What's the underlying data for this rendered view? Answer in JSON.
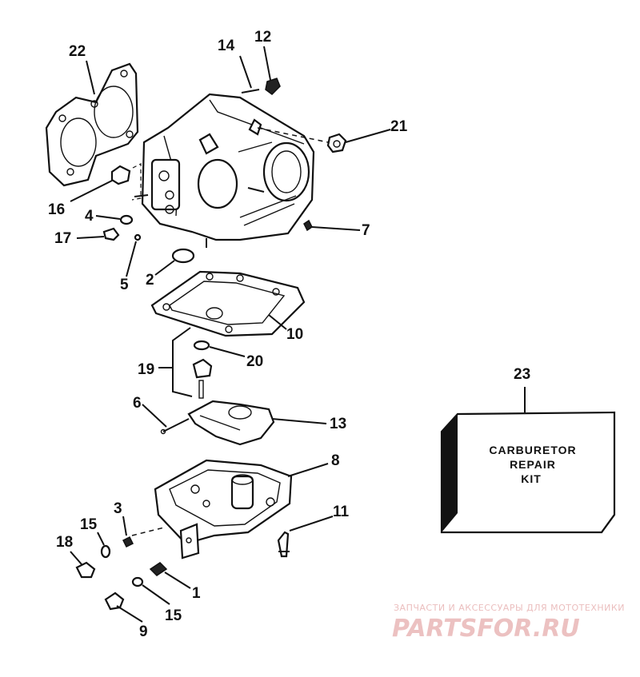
{
  "diagram": {
    "callouts": [
      {
        "id": "22",
        "label": "22"
      },
      {
        "id": "14",
        "label": "14"
      },
      {
        "id": "12",
        "label": "12"
      },
      {
        "id": "21",
        "label": "21"
      },
      {
        "id": "16",
        "label": "16"
      },
      {
        "id": "4",
        "label": "4"
      },
      {
        "id": "17",
        "label": "17"
      },
      {
        "id": "7",
        "label": "7"
      },
      {
        "id": "5",
        "label": "5"
      },
      {
        "id": "2",
        "label": "2"
      },
      {
        "id": "10",
        "label": "10"
      },
      {
        "id": "20",
        "label": "20"
      },
      {
        "id": "19",
        "label": "19"
      },
      {
        "id": "6",
        "label": "6"
      },
      {
        "id": "13",
        "label": "13"
      },
      {
        "id": "8",
        "label": "8"
      },
      {
        "id": "3",
        "label": "3"
      },
      {
        "id": "15a",
        "label": "15"
      },
      {
        "id": "18",
        "label": "18"
      },
      {
        "id": "11",
        "label": "11"
      },
      {
        "id": "1",
        "label": "1"
      },
      {
        "id": "15b",
        "label": "15"
      },
      {
        "id": "9",
        "label": "9"
      },
      {
        "id": "23",
        "label": "23"
      }
    ],
    "kit_box": {
      "line1": "CARBURETOR",
      "line2": "REPAIR",
      "line3": "KIT"
    }
  },
  "watermark": {
    "tagline": "ЗАПЧАСТИ И АКСЕССУАРЫ ДЛЯ МОТОТЕХНИКИ",
    "brand": "PARTSFOR.RU"
  }
}
